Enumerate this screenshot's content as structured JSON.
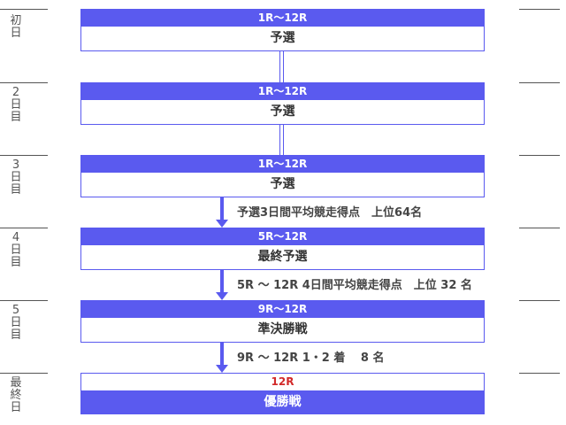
{
  "days": [
    {
      "label": "初日"
    },
    {
      "label": "2日目"
    },
    {
      "label": "3日目"
    },
    {
      "label": "4日目"
    },
    {
      "label": "5日目"
    },
    {
      "label": "最終日"
    }
  ],
  "stages": [
    {
      "races": "1R～12R",
      "name": "予選"
    },
    {
      "races": "1R～12R",
      "name": "予選"
    },
    {
      "races": "1R～12R",
      "name": "予選"
    },
    {
      "races": "5R～12R",
      "name": "最終予選"
    },
    {
      "races": "9R～12R",
      "name": "準決勝戦"
    },
    {
      "races": "12R",
      "name": "優勝戦"
    }
  ],
  "notes": [
    "予選3日間平均競走得点　上位64名",
    "5R ～ 12R 4日間平均競走得点　上位 32 名",
    "9R ～ 12R 1・2 着　 8 名"
  ],
  "colors": {
    "accent": "#5a5aef",
    "final_race": "#d22a2a"
  }
}
